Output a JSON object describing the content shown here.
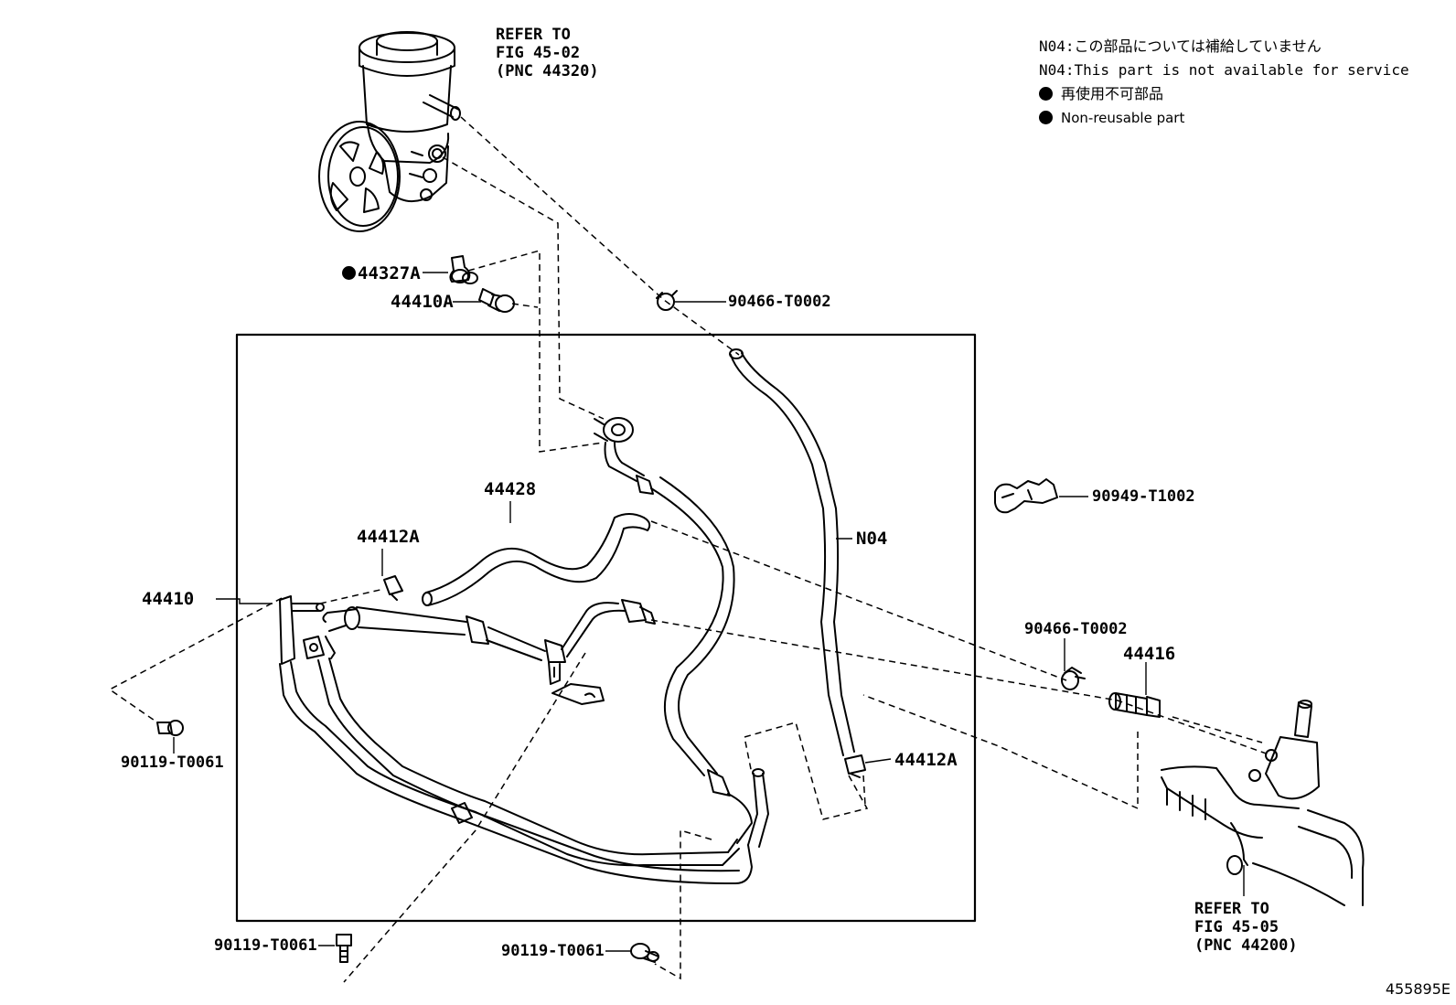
{
  "notes": [
    {
      "text": "N04:この部品については補給していません",
      "dot": false
    },
    {
      "text": "N04:This part is not available for service",
      "dot": false
    },
    {
      "text": "再使用不可部品",
      "dot": true
    },
    {
      "text": "Non-reusable part",
      "dot": true
    }
  ],
  "refs": {
    "pump": [
      "REFER TO",
      "FIG 45-02",
      "(PNC 44320)"
    ],
    "gear": [
      "REFER TO",
      "FIG 45-05",
      "(PNC 44200)"
    ]
  },
  "labels": {
    "p44327A": "44327A",
    "p44410A": "44410A",
    "p90466_top": "90466-T0002",
    "p44428": "44428",
    "p44412A_left": "44412A",
    "p44410": "44410",
    "pN04": "N04",
    "p90949": "90949-T1002",
    "p90466_right": "90466-T0002",
    "p44416": "44416",
    "p44412A_right": "44412A",
    "p90119_left": "90119-T0061",
    "p90119_bottom_left": "90119-T0061",
    "p90119_bottom_mid": "90119-T0061"
  },
  "figure_number": "455895E"
}
